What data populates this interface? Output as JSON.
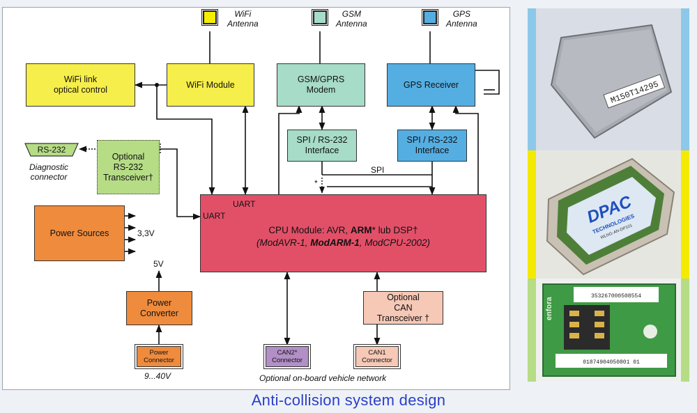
{
  "antennas": [
    {
      "name": "WiFi",
      "sub": "Antenna",
      "color": "#f6ee00"
    },
    {
      "name": "GSM",
      "sub": "Antenna",
      "color": "#a6dcc8"
    },
    {
      "name": "GPS",
      "sub": "Antenna",
      "color": "#55aee2"
    }
  ],
  "blocks": {
    "wifi_link": {
      "line1": "WiFi link",
      "line2": "optical control",
      "color": "#f6ee4a"
    },
    "wifi_module": {
      "label": "WiFi Module",
      "color": "#f6ee4a"
    },
    "gsm_modem": {
      "line1": "GSM/GPRS",
      "line2": "Modem",
      "color": "#a6dcc8"
    },
    "gps_receiver": {
      "label": "GPS Receiver",
      "color": "#55aee2"
    },
    "spi_gsm": {
      "line1": "SPI / RS-232",
      "line2": "Interface",
      "color": "#a6dcc8"
    },
    "spi_gps": {
      "line1": "SPI / RS-232",
      "line2": "Interface",
      "color": "#55aee2"
    },
    "rs232_transceiver": {
      "line1": "Optional",
      "line2": "RS-232",
      "line3": "Transceiver†",
      "color": "#b6dc86"
    },
    "power_sources": {
      "label": "Power Sources",
      "color": "#ef8b3d"
    },
    "power_converter": {
      "line1": "Power",
      "line2": "Converter",
      "color": "#ef8b3d"
    },
    "can_transceiver": {
      "line1": "Optional",
      "line2": "CAN",
      "line3": "Transceiver †",
      "color": "#f6c8b6"
    },
    "cpu": {
      "color": "#e25068",
      "line1_prefix": "CPU Module: AVR, ",
      "line1_bold": "ARM",
      "line1_suffix": "* lub DSP†",
      "line2_a": "(ModAVR-1, ",
      "line2_bold": "ModARM-1",
      "line2_b": ", ModCPU-2002)"
    }
  },
  "connectors": {
    "rs232": {
      "label": "RS-232",
      "color": "#b6dc86"
    },
    "power": {
      "line1": "Power",
      "line2": "Connector",
      "color": "#ef8b3d"
    },
    "can2": {
      "line1": "CAN2*",
      "line2": "Connector",
      "color": "#b28fc6"
    },
    "can1": {
      "line1": "CAN1",
      "line2": "Connector",
      "color": "#f6c8b6"
    }
  },
  "labels": {
    "diagnostic1": "Diagnostic",
    "diagnostic2": "connector",
    "uart_top": "UART",
    "uart_left": "UART",
    "spi": "SPI",
    "star": "*",
    "v33": "3,3V",
    "v5": "5V",
    "vin": "9...40V",
    "vehicle_network": "Optional on-board vehicle network"
  },
  "caption": "Anti-collision system design",
  "photos": {
    "gps": {
      "marking": "M150T14295",
      "strip_color": "#8cc8ea"
    },
    "wifi": {
      "brand": "DPAC",
      "sub": "TECHNOLOGIES",
      "part": "WLNG-AN-DP101",
      "strip_color": "#f4ea00"
    },
    "gsm": {
      "code1": "353267000508554",
      "code2": "01874904050801 01",
      "brand": "enfora",
      "strip_color": "#b6dc86"
    }
  }
}
